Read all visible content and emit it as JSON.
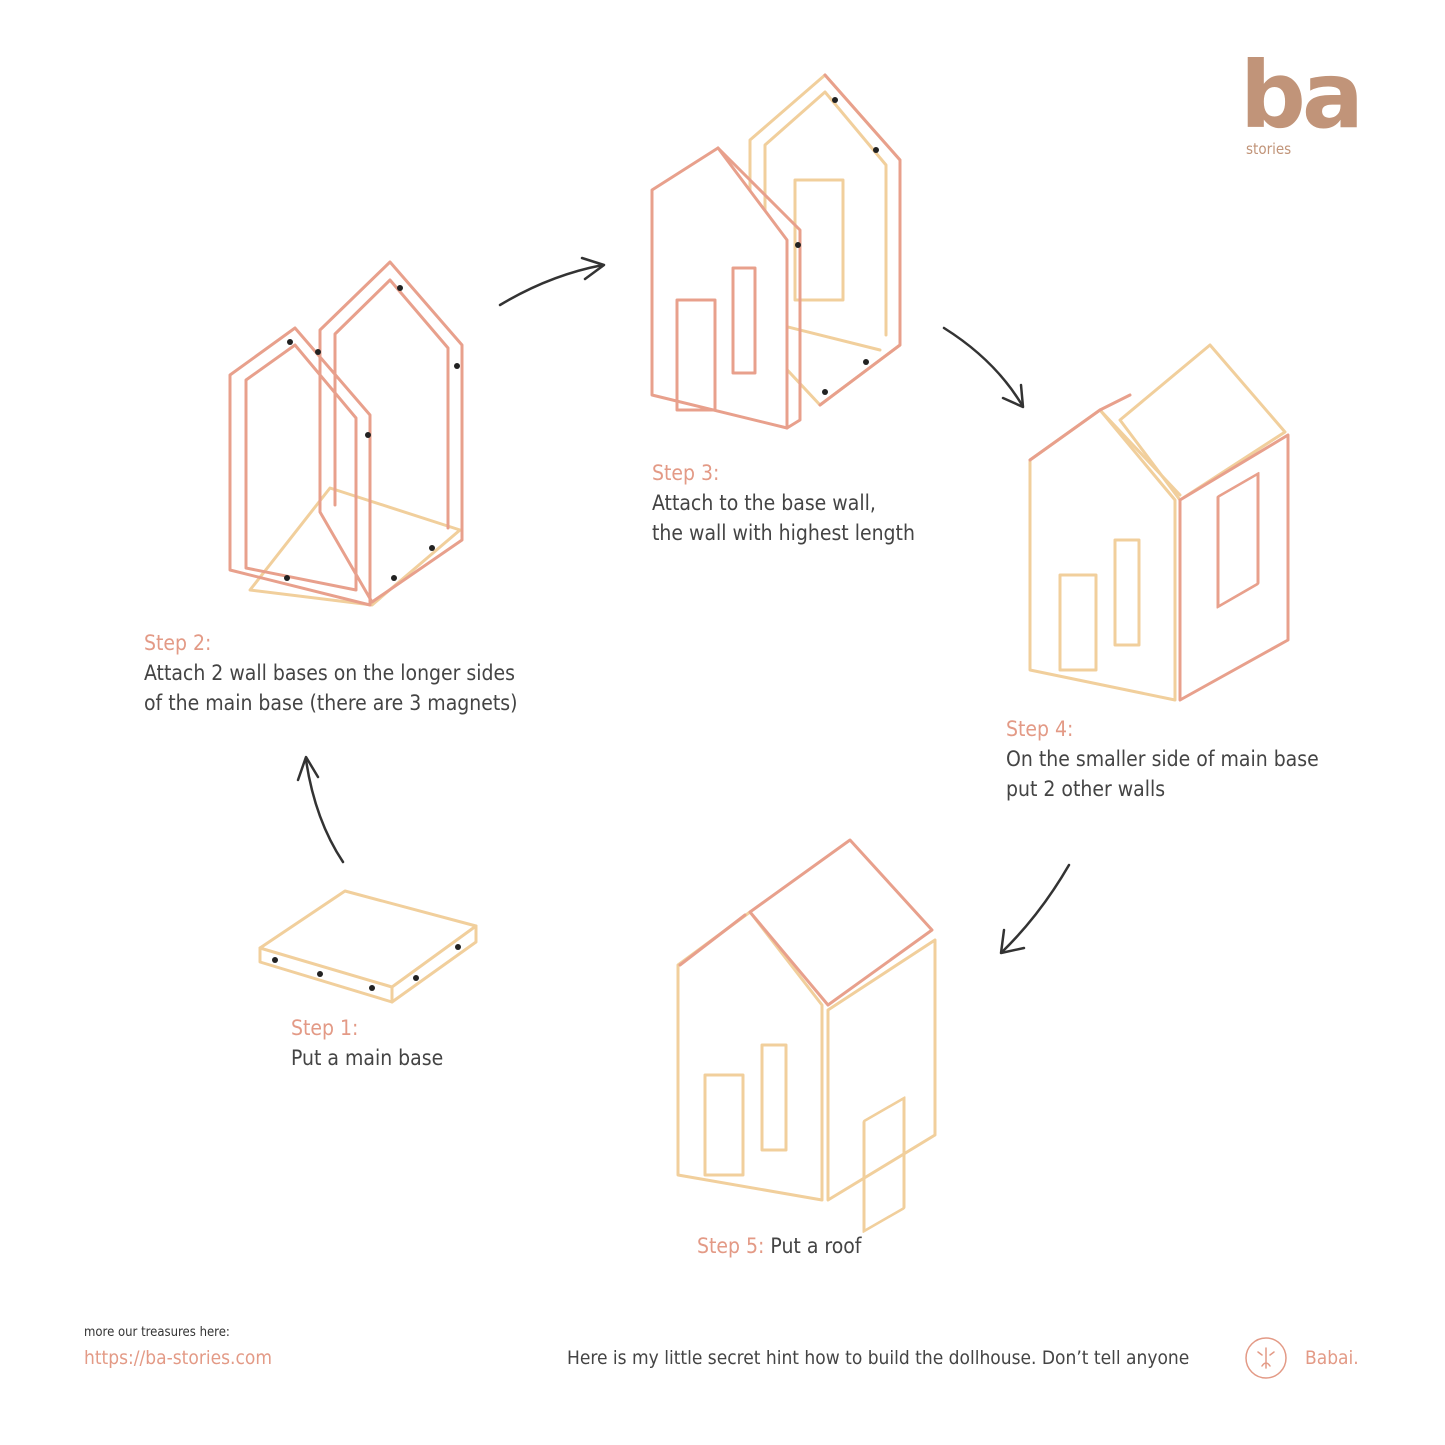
{
  "logo": {
    "mark": "ba",
    "sub": "stories"
  },
  "steps": [
    {
      "label": "Step 1:",
      "text": "Put a main base"
    },
    {
      "label": "Step 2:",
      "text_lines": [
        "Attach 2 wall bases on the longer sides",
        "of the main base (there are 3 magnets)"
      ]
    },
    {
      "label": "Step 3:",
      "text_lines": [
        "Attach to the base wall,",
        "the wall with highest length"
      ]
    },
    {
      "label": "Step 4:",
      "text_lines": [
        "On the smaller side of main base",
        "put 2 other walls"
      ]
    },
    {
      "label": "Step 5:",
      "text": "Put a roof"
    }
  ],
  "footer": {
    "more_label": "more our treasures here:",
    "link": "https://ba-stories.com",
    "hint": "Here is my little secret hint how to build the dollhouse. Don’t tell anyone",
    "signature": "Babai."
  },
  "colors": {
    "accent": "#e39a86",
    "pink_line": "#e8a08c",
    "yellow_line": "#f1cf9c",
    "logo": "#c19479",
    "arrow": "#333333"
  },
  "icons": [
    "arrow-icon",
    "babai-face-icon"
  ]
}
